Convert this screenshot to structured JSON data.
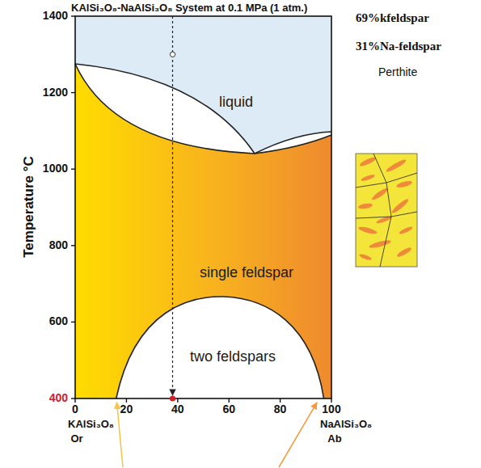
{
  "diagram": {
    "title": "KAlSi₃O₈-NaAlSi₃O₈ System at 0.1 MPa (1 atm.)",
    "nodes": [
      {
        "text": [
          "liquid"
        ]
      },
      {
        "text": [
          "single feldspar"
        ]
      },
      {
        "text": [
          "two feldspars"
        ]
      }
    ],
    "labels": [
      "69%kfeldspar",
      "31%Na-feldspar",
      "Perthite",
      "Temperature °C",
      "1400",
      "1200",
      "1000",
      "800",
      "600",
      "400",
      "0",
      "20",
      "40",
      "60",
      "80",
      "100",
      "KAlSi₃O₈",
      "Or",
      "NaAlSi₃O₈",
      "Ab"
    ]
  }
}
